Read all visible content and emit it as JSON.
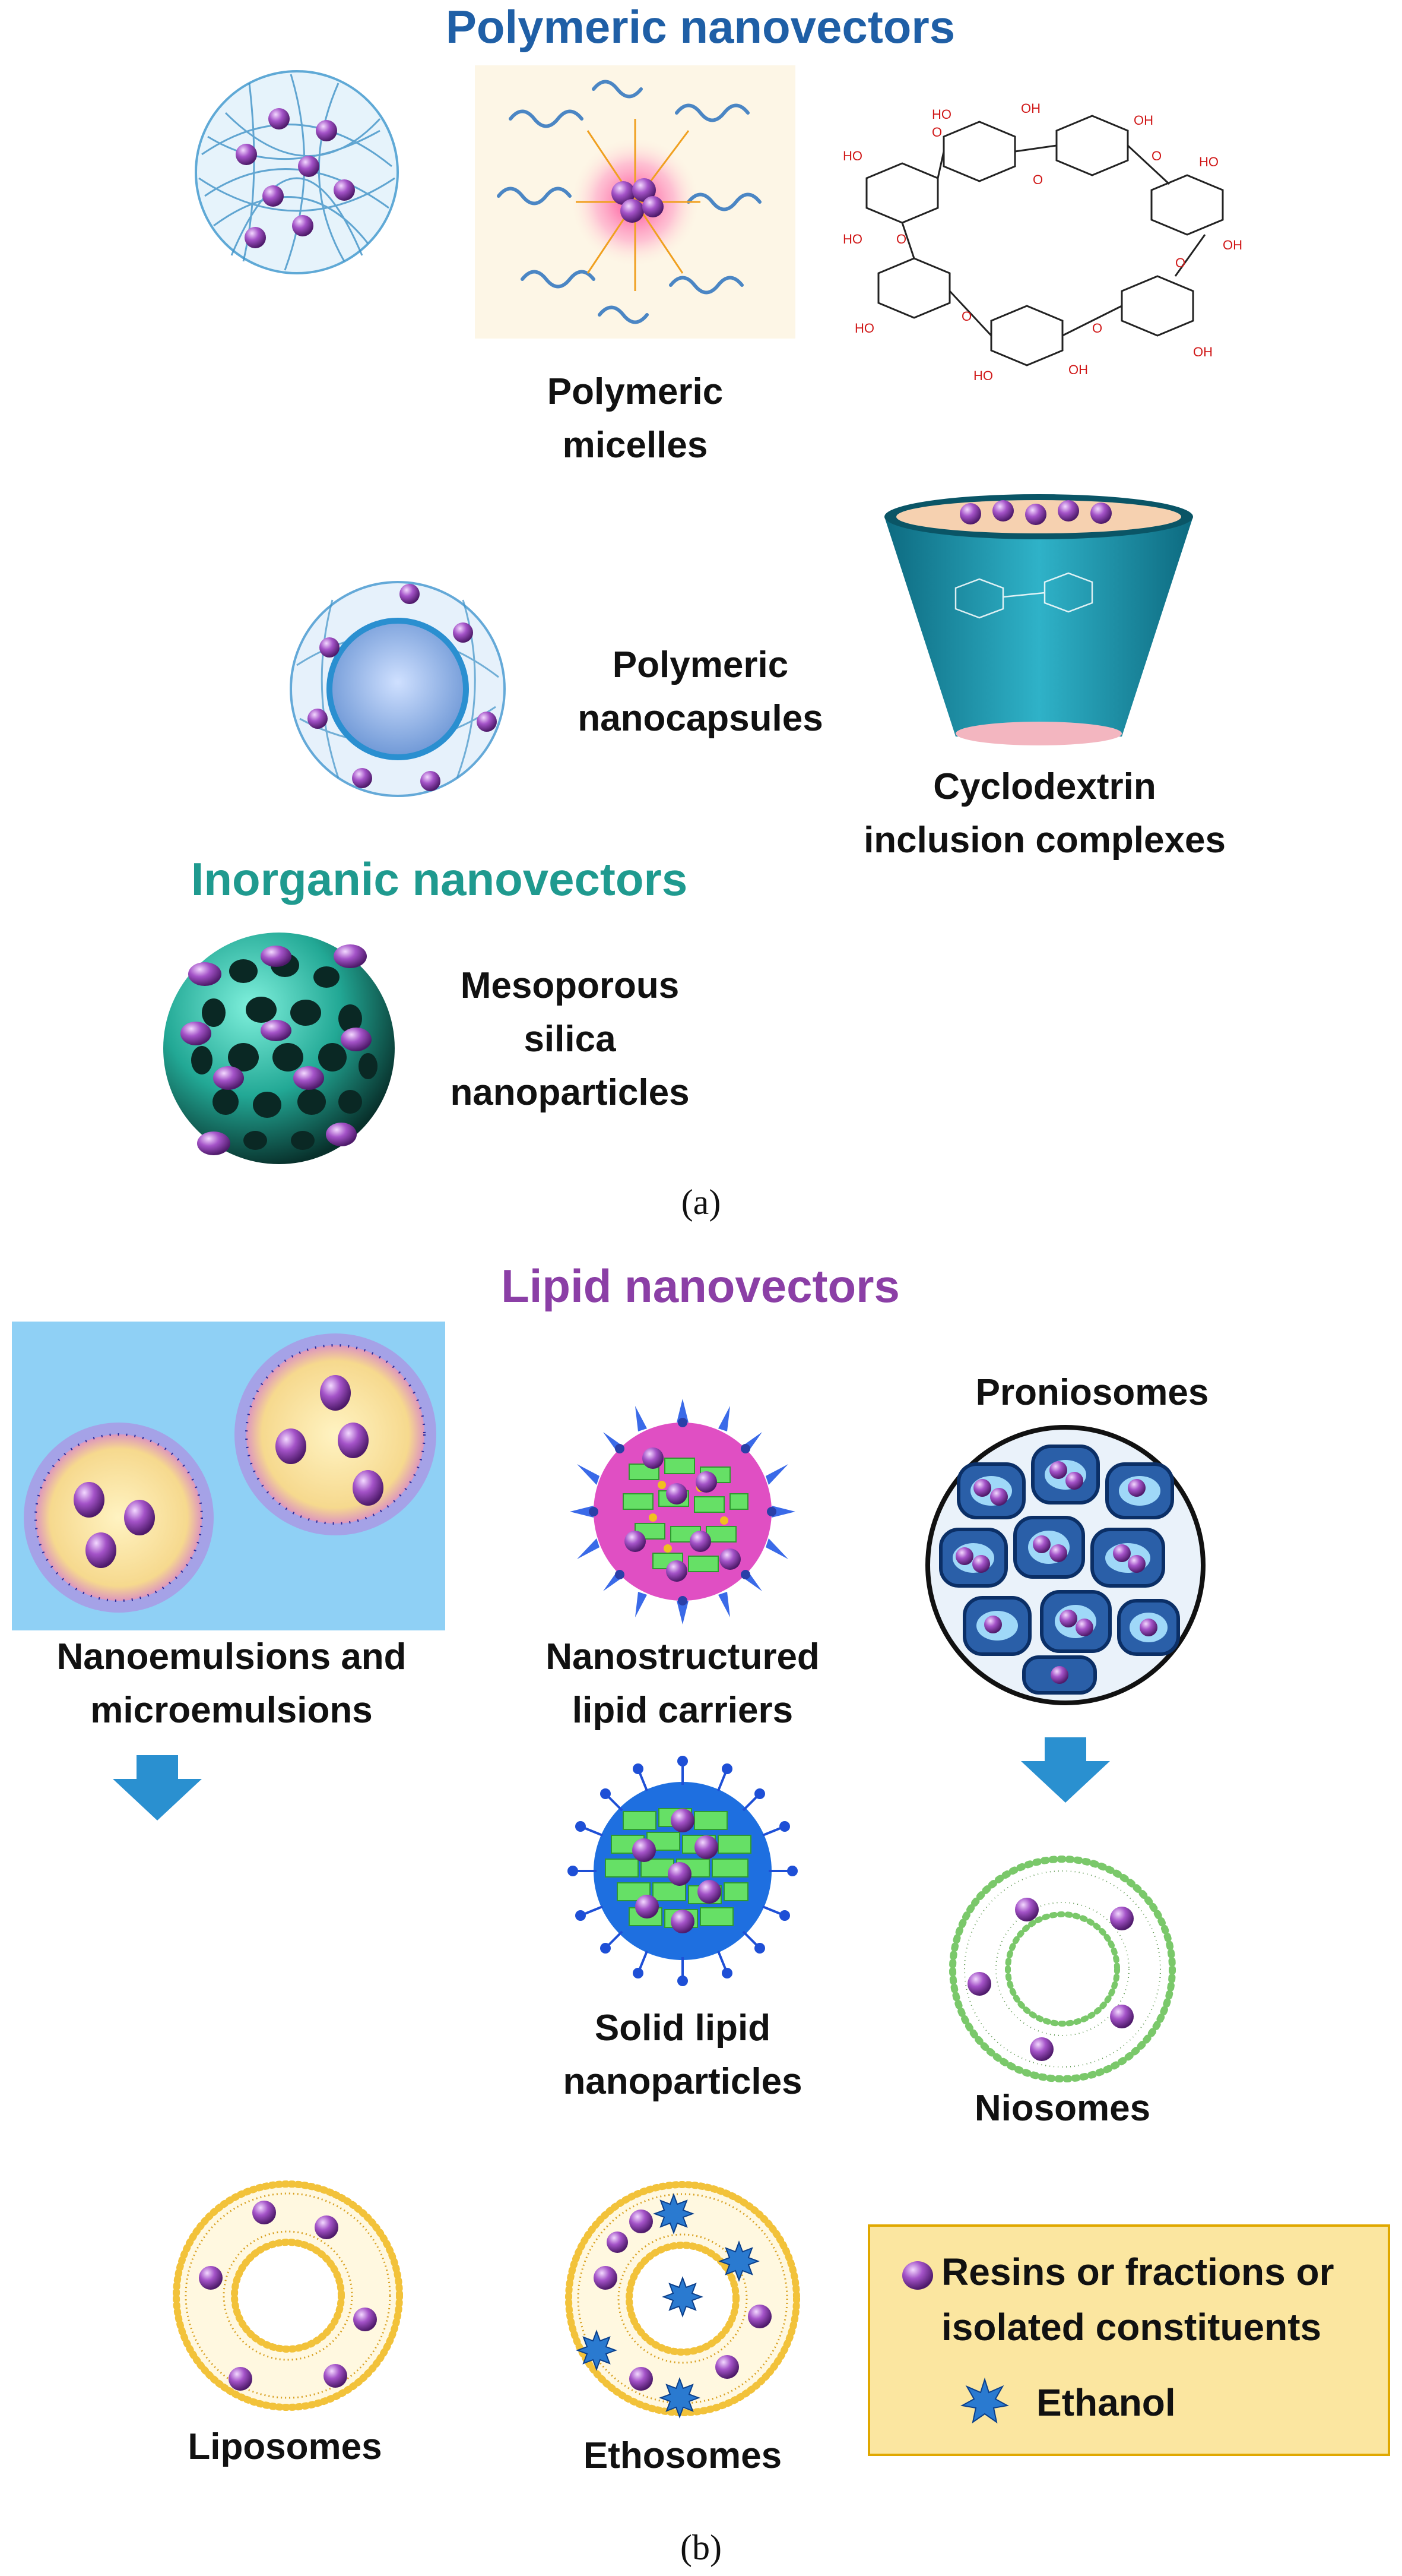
{
  "panel_a": {
    "polymeric_heading": "Polymeric nanovectors",
    "micelles_label": [
      "Polymeric",
      "micelles"
    ],
    "nanocapsules_label": [
      "Polymeric",
      "nanocapsules"
    ],
    "cyclodextrin_label": [
      "Cyclodextrin",
      "inclusion complexes"
    ],
    "inorganic_heading": "Inorganic nanovectors",
    "silica_label": [
      "Mesoporous",
      "silica",
      "nanoparticles"
    ],
    "caption": "(a)"
  },
  "panel_b": {
    "lipid_heading": "Lipid nanovectors",
    "emulsions_label": [
      "Nanoemulsions and",
      "microemulsions"
    ],
    "nlc_label": [
      "Nanostructured",
      "lipid carriers"
    ],
    "proniosomes_label": "Proniosomes",
    "sln_label": [
      "Solid lipid",
      "nanoparticles"
    ],
    "niosomes_label": "Niosomes",
    "liposomes_label": "Liposomes",
    "ethosomes_label": "Ethosomes",
    "caption": "(b)"
  },
  "legend": {
    "resin_label": [
      "Resins or fractions or",
      "isolated constituents"
    ],
    "ethanol_label": "Ethanol"
  },
  "colors": {
    "polymeric_heading": "#1f5fa6",
    "inorganic_heading": "#1f9a8f",
    "lipid_heading": "#8b3fa6",
    "particle_purple": "#8e3fb0",
    "arrow_blue": "#2a90d0",
    "legend_bg": "#fbe6a0"
  }
}
